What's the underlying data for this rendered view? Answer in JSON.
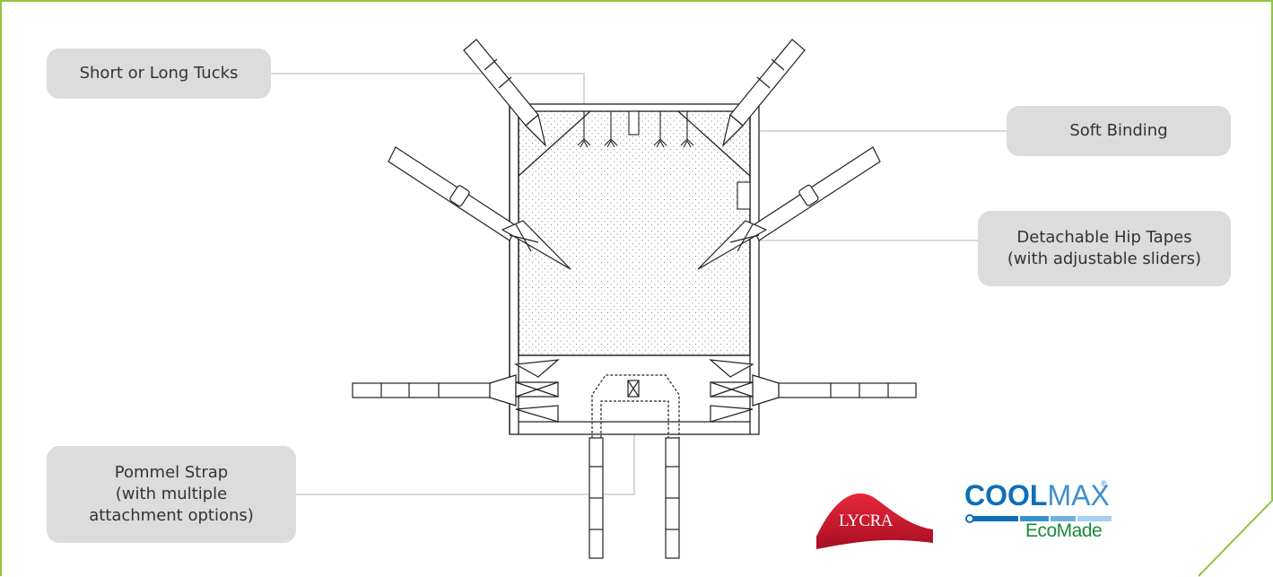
{
  "labels": {
    "tucks": "Short or Long Tucks",
    "binding": "Soft Binding",
    "hip_line1": "Detachable Hip Tapes",
    "hip_line2": "(with adjustable sliders)",
    "pommel_line1": "Pommel Strap",
    "pommel_line2": "(with multiple",
    "pommel_line3": "attachment options)"
  },
  "logos": {
    "lycra": "LYCRA",
    "coolmax_bold": "COOL",
    "coolmax_light": "MAX",
    "ecomade": "EcoMade"
  },
  "colors": {
    "frame_green": "#8dc63f",
    "callout_bg": "#dcdcdc",
    "lycra_red": "#c8102e",
    "coolmax_blue": "#0d6fb8",
    "ecomade_green": "#1a8a3a"
  }
}
